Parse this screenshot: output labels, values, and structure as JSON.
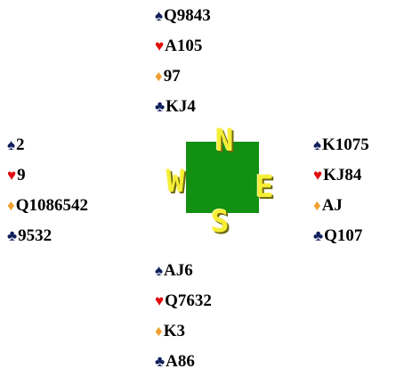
{
  "symbols": {
    "spade": "♠",
    "heart": "♥",
    "diamond": "♦",
    "club": "♣"
  },
  "colors": {
    "spade": "#0f1f5c",
    "heart": "#e00d0d",
    "diamond": "#f0a030",
    "club": "#0f1f5c",
    "compass_square": "#129012",
    "compass_letters": "#f5ee35"
  },
  "compass": {
    "north": "N",
    "west": "W",
    "east": "E",
    "south": "S"
  },
  "hands": {
    "north": {
      "spades": "Q9843",
      "hearts": "A105",
      "diamonds": "97",
      "clubs": "KJ4"
    },
    "west": {
      "spades": "2",
      "hearts": "9",
      "diamonds": "Q1086542",
      "clubs": "9532"
    },
    "east": {
      "spades": "K1075",
      "hearts": "KJ84",
      "diamonds": "AJ",
      "clubs": "Q107"
    },
    "south": {
      "spades": "AJ6",
      "hearts": "Q7632",
      "diamonds": "K3",
      "clubs": "A86"
    }
  }
}
